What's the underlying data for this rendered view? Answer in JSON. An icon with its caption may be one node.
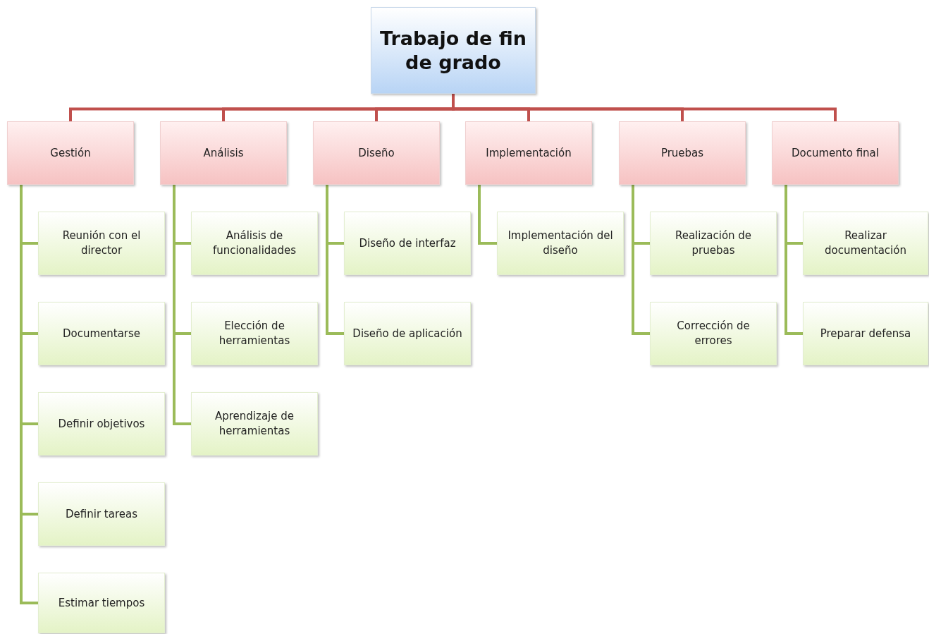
{
  "diagram": {
    "nodes": [
      {
        "text": [
          "Trabajo de fin de grado"
        ]
      },
      {
        "text": [
          "Gestión"
        ]
      },
      {
        "text": [
          "Análisis"
        ]
      },
      {
        "text": [
          "Diseño"
        ]
      },
      {
        "text": [
          "Implementación"
        ]
      },
      {
        "text": [
          "Pruebas"
        ]
      },
      {
        "text": [
          "Documento final"
        ]
      },
      {
        "text": [
          "Reunión con el director"
        ]
      },
      {
        "text": [
          "Documentarse"
        ]
      },
      {
        "text": [
          "Definir objetivos"
        ]
      },
      {
        "text": [
          "Definir tareas"
        ]
      },
      {
        "text": [
          "Estimar tiempos"
        ]
      },
      {
        "text": [
          "Análisis de funcionalidades"
        ]
      },
      {
        "text": [
          "Elección de herramientas"
        ]
      },
      {
        "text": [
          "Aprendizaje de herramientas"
        ]
      },
      {
        "text": [
          "Diseño de interfaz"
        ]
      },
      {
        "text": [
          "Diseño de aplicación"
        ]
      },
      {
        "text": [
          "Implementación del diseño"
        ]
      },
      {
        "text": [
          "Realización de pruebas"
        ]
      },
      {
        "text": [
          "Corrección de errores"
        ]
      },
      {
        "text": [
          "Realizar documentación"
        ]
      },
      {
        "text": [
          "Preparar defensa"
        ]
      }
    ],
    "edges": [
      {
        "from": 0,
        "to": 1,
        "arrow": "none",
        "color": "#c0504d"
      },
      {
        "from": 0,
        "to": 2,
        "arrow": "none",
        "color": "#c0504d"
      },
      {
        "from": 0,
        "to": 3,
        "arrow": "none",
        "color": "#c0504d"
      },
      {
        "from": 0,
        "to": 4,
        "arrow": "none",
        "color": "#c0504d"
      },
      {
        "from": 0,
        "to": 5,
        "arrow": "none",
        "color": "#c0504d"
      },
      {
        "from": 0,
        "to": 6,
        "arrow": "none",
        "color": "#c0504d"
      },
      {
        "from": 1,
        "to": 7,
        "arrow": "none"
      },
      {
        "from": 1,
        "to": 8,
        "arrow": "none"
      },
      {
        "from": 1,
        "to": 9,
        "arrow": "none"
      },
      {
        "from": 1,
        "to": 10,
        "arrow": "none"
      },
      {
        "from": 1,
        "to": 11,
        "arrow": "none"
      },
      {
        "from": 2,
        "to": 12,
        "arrow": "none"
      },
      {
        "from": 2,
        "to": 13,
        "arrow": "none"
      },
      {
        "from": 2,
        "to": 14,
        "arrow": "none"
      },
      {
        "from": 3,
        "to": 15,
        "arrow": "none"
      },
      {
        "from": 3,
        "to": 16,
        "arrow": "none"
      },
      {
        "from": 4,
        "to": 17,
        "arrow": "none"
      },
      {
        "from": 5,
        "to": 18,
        "arrow": "none"
      },
      {
        "from": 5,
        "to": 19,
        "arrow": "none"
      },
      {
        "from": 6,
        "to": 20,
        "arrow": "none"
      },
      {
        "from": 6,
        "to": 21,
        "arrow": "none"
      }
    ]
  }
}
